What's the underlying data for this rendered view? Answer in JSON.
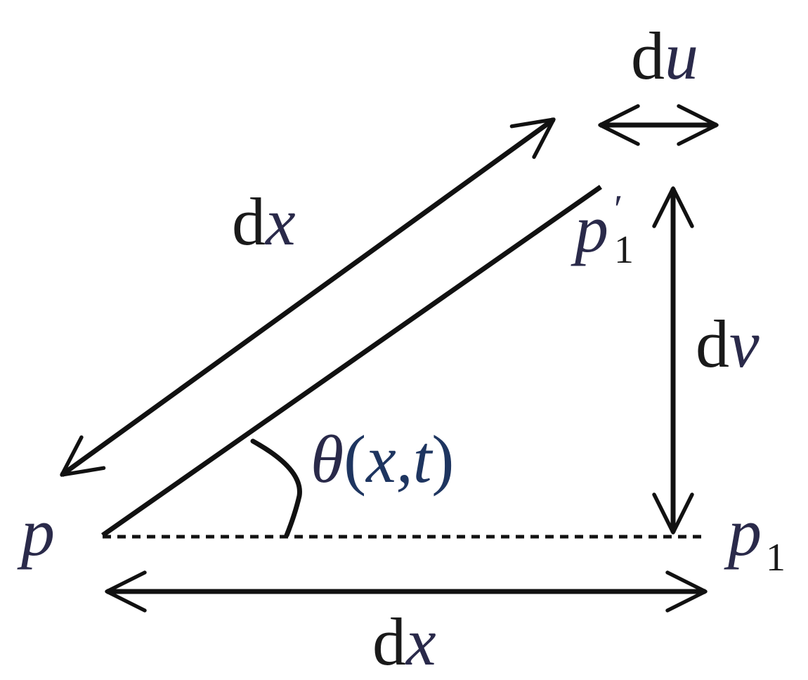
{
  "colors": {
    "stroke": "#111111",
    "text_upright": "#1a1a1a",
    "variable": "#2a2a4a",
    "theta_args": "#1e3560"
  },
  "labels": {
    "du": {
      "d": "d",
      "var": "u"
    },
    "dx_hyp": {
      "d": "d",
      "var": "x"
    },
    "p1_prime": {
      "var": "p",
      "prime": "′",
      "sub": "1"
    },
    "dv": {
      "d": "d",
      "var": "v"
    },
    "theta": {
      "sym": "θ",
      "open": "(",
      "args": "x,t",
      "close": ")"
    },
    "p": {
      "var": "p"
    },
    "p1": {
      "var": "p",
      "sub": "1"
    },
    "dx_base": {
      "d": "d",
      "var": "x"
    }
  }
}
